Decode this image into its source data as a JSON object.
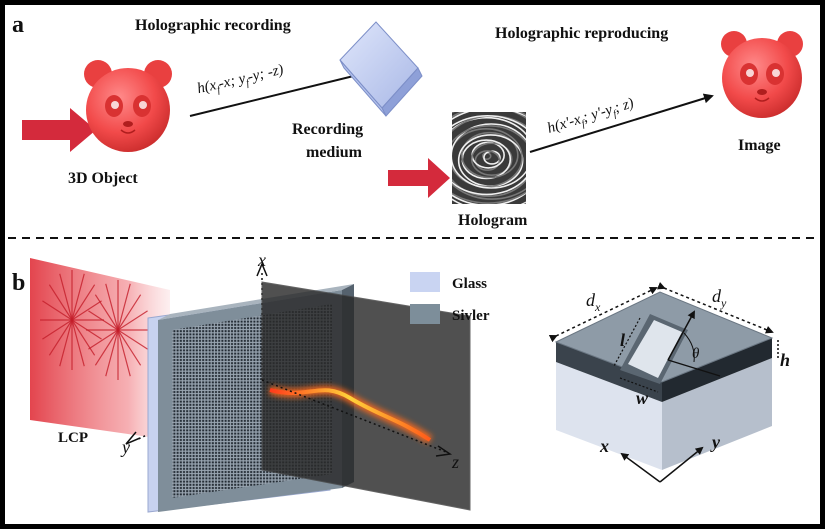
{
  "panel_a": {
    "letter": "a",
    "recording_title": "Holographic recording",
    "reproducing_title": "Holographic reproducing",
    "object_label": "3D Object",
    "medium_label_1": "Recording",
    "medium_label_2": "medium",
    "hologram_label": "Hologram",
    "image_label": "Image",
    "eq1": {
      "h": "h",
      "a": "(x",
      "sub1": "f",
      "b": "-x; y",
      "sub2": "f",
      "c": "-y; -z)"
    },
    "eq2": {
      "h": "h",
      "a": "(x'-x",
      "sub1": "f",
      "b": "; y'-y",
      "sub2": "f",
      "c": "; z)"
    }
  },
  "panel_b": {
    "letter": "b",
    "legend": [
      {
        "label": "Glass",
        "color": "#c9d4f2"
      },
      {
        "label": "Sivler",
        "color": "#7d8e9a"
      }
    ],
    "axis_x": "x",
    "axis_y": "y",
    "axis_z": "z",
    "lcp_label": "LCP",
    "unit_cell": {
      "dx": "d",
      "dx_sub": "x",
      "dy": "d",
      "dy_sub": "y",
      "l": "l",
      "w": "w",
      "h": "h",
      "theta": "θ",
      "ax_x": "x",
      "ax_y": "y"
    }
  },
  "colors": {
    "panda": "#f25252",
    "arrow_red": "#d42a3c",
    "glass": "#c9d4f2",
    "silver": "#7d8e9a"
  }
}
